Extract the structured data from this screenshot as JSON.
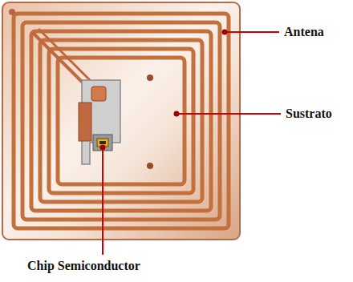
{
  "diagram": {
    "labels": [
      "Antena",
      "Sustrato",
      "Chip Semiconductor"
    ]
  }
}
